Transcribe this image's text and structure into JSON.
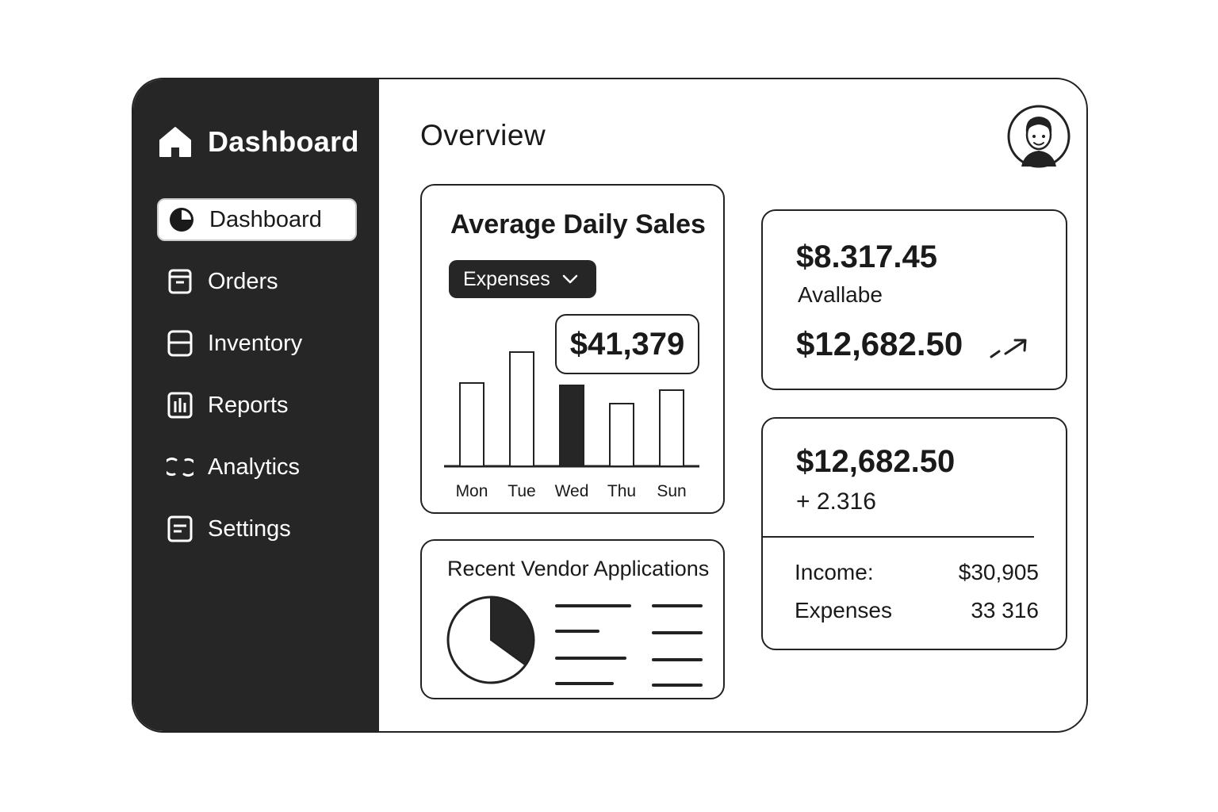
{
  "sidebar": {
    "brand": "Dashboard",
    "items": [
      {
        "label": "Dashboard",
        "icon": "pie-chart-icon",
        "active": true
      },
      {
        "label": "Orders",
        "icon": "archive-icon"
      },
      {
        "label": "Inventory",
        "icon": "inventory-icon"
      },
      {
        "label": "Reports",
        "icon": "bar-report-icon"
      },
      {
        "label": "Analytics",
        "icon": "analytics-icon"
      },
      {
        "label": "Settings",
        "icon": "settings-doc-icon"
      }
    ]
  },
  "main": {
    "title": "Overview",
    "avatar_icon": "user-avatar-icon"
  },
  "sales": {
    "title": "Average Daily Sales",
    "filter": "Expenses",
    "highlight_value": "$41,379"
  },
  "chart_data": {
    "type": "bar",
    "title": "Average Daily Sales",
    "categories": [
      "Mon",
      "Tue",
      "Wed",
      "Thu",
      "Sun"
    ],
    "values": [
      105,
      144,
      102,
      79,
      96
    ],
    "highlighted_category": "Wed",
    "colors": {
      "default": "#ffffff",
      "highlight": "#262626",
      "stroke": "#222222"
    },
    "grid": false
  },
  "vendors": {
    "title": "Recent Vendor Applications",
    "pie": {
      "filled_fraction": 0.35
    }
  },
  "balance": {
    "amount": "$8.317.45",
    "label": "Avallabe",
    "total": "$12,682.50",
    "trend_icon": "trend-up-arrow-icon"
  },
  "summary": {
    "amount": "$12,682.50",
    "change": "+ 2.316",
    "income_label": "Income:",
    "income_value": "$30,905",
    "expenses_label": "Expenses",
    "expenses_value": "33 316"
  }
}
